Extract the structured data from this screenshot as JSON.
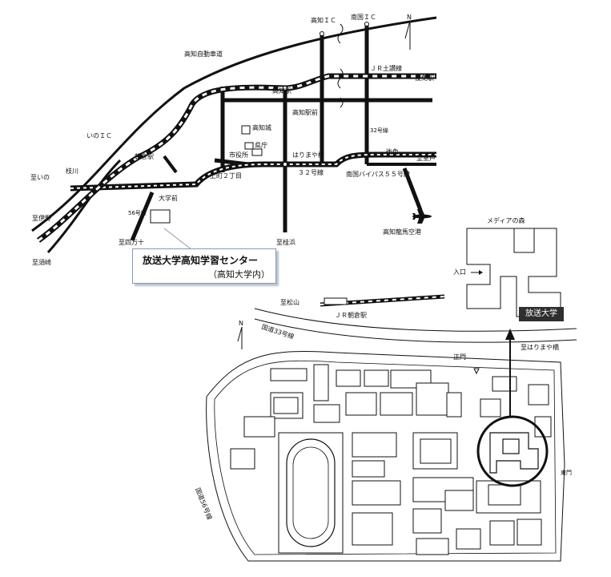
{
  "north_label": "N",
  "top_map": {
    "labels": {
      "kochi_ic": "高知ＩＣ",
      "nankoku_ic": "南国ＩＣ",
      "expressway": "高知自動車道",
      "jr_dosan": "ＪＲ土讃線",
      "gomen_station": "後免駅",
      "kochi_station": "高知駅",
      "kochi_eki_mae": "高知駅前",
      "kochi_castle": "高知城",
      "prefecture_office": "県庁",
      "city_office": "市役所",
      "harimaya_bashi": "はりまや橋",
      "route32_line": "３２号線",
      "route32_vertical": "32号線",
      "gomen": "後免",
      "to_muroto": "至室戸",
      "nankoku_bypass": "南国バイパス５５号線",
      "ino_ic": "いのＩＣ",
      "asakura_station": "朝倉駅",
      "to_ino": "至いの",
      "edagawa": "枝川",
      "kamimachi": "上町２丁目",
      "daigaku_mae": "大学前",
      "route56": "56号線",
      "to_iyo": "至伊野",
      "to_shimanto": "至四万十",
      "to_susaki": "至須崎",
      "to_katsurahama": "至桂浜",
      "airport": "高知龍馬空港"
    }
  },
  "callout": {
    "title": "放送大学高知学習センター",
    "subtitle": "（高知大学内）"
  },
  "campus_map": {
    "labels": {
      "media_forest": "メディアの森",
      "entrance": "入口",
      "hosou_daigaku": "放送大学",
      "to_matsuyama": "至松山",
      "jr_asakura": "ＪＲ朝倉駅",
      "route33": "国道33号線",
      "to_harimaya": "至はりまや橋",
      "main_gate": "正門",
      "east_gate": "東門",
      "route56_campus": "国道56号線"
    }
  }
}
